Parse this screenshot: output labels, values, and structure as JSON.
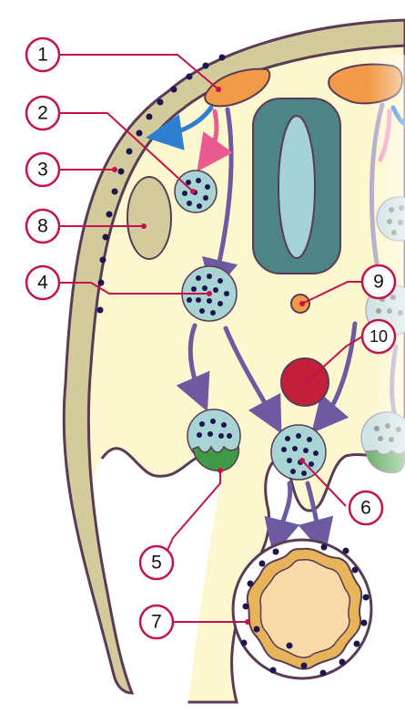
{
  "labels": {
    "l1": "1",
    "l2": "2",
    "l3": "3",
    "l4": "4",
    "l5": "5",
    "l6": "6",
    "l7": "7",
    "l8": "8",
    "l9": "9",
    "l10": "10"
  },
  "colors": {
    "background": "#ffffff",
    "embryo_fill": "#fdf7cf",
    "ectoderm_band": "#d4cb9c",
    "outline": "#5a3b55",
    "neural_tube": "#4c8583",
    "notochord": "#a4d2d6",
    "neural_crest": "#f19a48",
    "cell_cluster": "#a8d4d4",
    "cell_dots": "#1e1450",
    "migration_arrow": "#6d5aa0",
    "blue_arrow": "#2f7fd0",
    "pink_arrow": "#ea5b92",
    "green_ganglion": "#3f9a46",
    "red_body": "#c21f3a",
    "gut_yellow": "#e8b45a",
    "gut_inner": "#fad9a8",
    "leader_line": "#c3134a",
    "label_circle_stroke": "#c3134a"
  }
}
